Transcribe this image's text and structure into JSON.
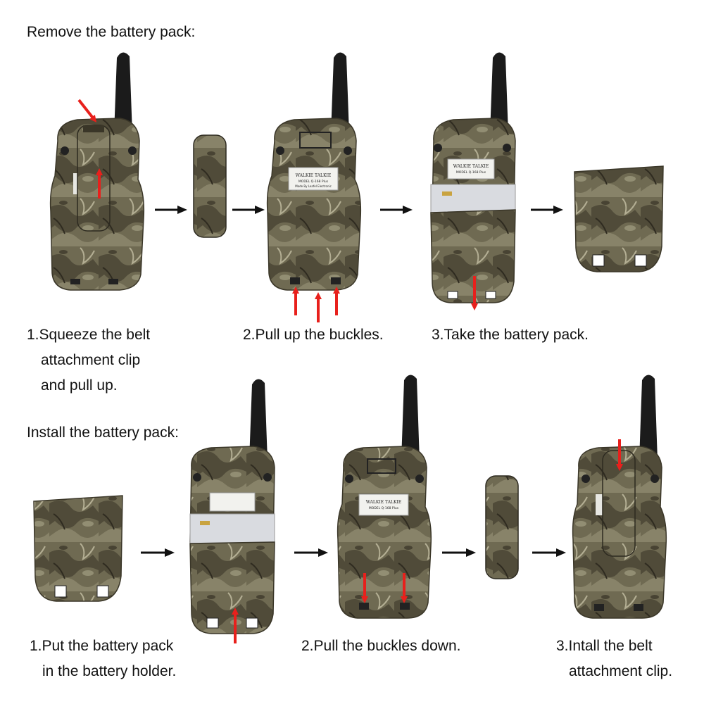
{
  "sections": {
    "remove": {
      "heading": "Remove the battery pack:",
      "steps": [
        {
          "lines": [
            "1.Squeeze the belt",
            "attachment clip",
            "and pull up."
          ]
        },
        {
          "lines": [
            "2.Pull up the buckles."
          ]
        },
        {
          "lines": [
            "3.Take the battery pack."
          ]
        }
      ]
    },
    "install": {
      "heading": "Install the battery pack:",
      "steps": [
        {
          "lines": [
            "1.Put the battery pack",
            "in the battery holder."
          ]
        },
        {
          "lines": [
            "2.Pull the buckles down."
          ]
        },
        {
          "lines": [
            "3.Intall the belt",
            "attachment clip."
          ]
        }
      ]
    }
  },
  "label": {
    "line1": "WALKIE TALKIE",
    "line2": "MODEL Q-168 Plus",
    "line3": "Made By Leafel Electronic"
  },
  "colors": {
    "camo_base": "#6f6a52",
    "camo_dark": "#3f3a2c",
    "camo_light": "#a29d82",
    "arrow_red": "#e8201c",
    "arrow_black": "#111111"
  }
}
